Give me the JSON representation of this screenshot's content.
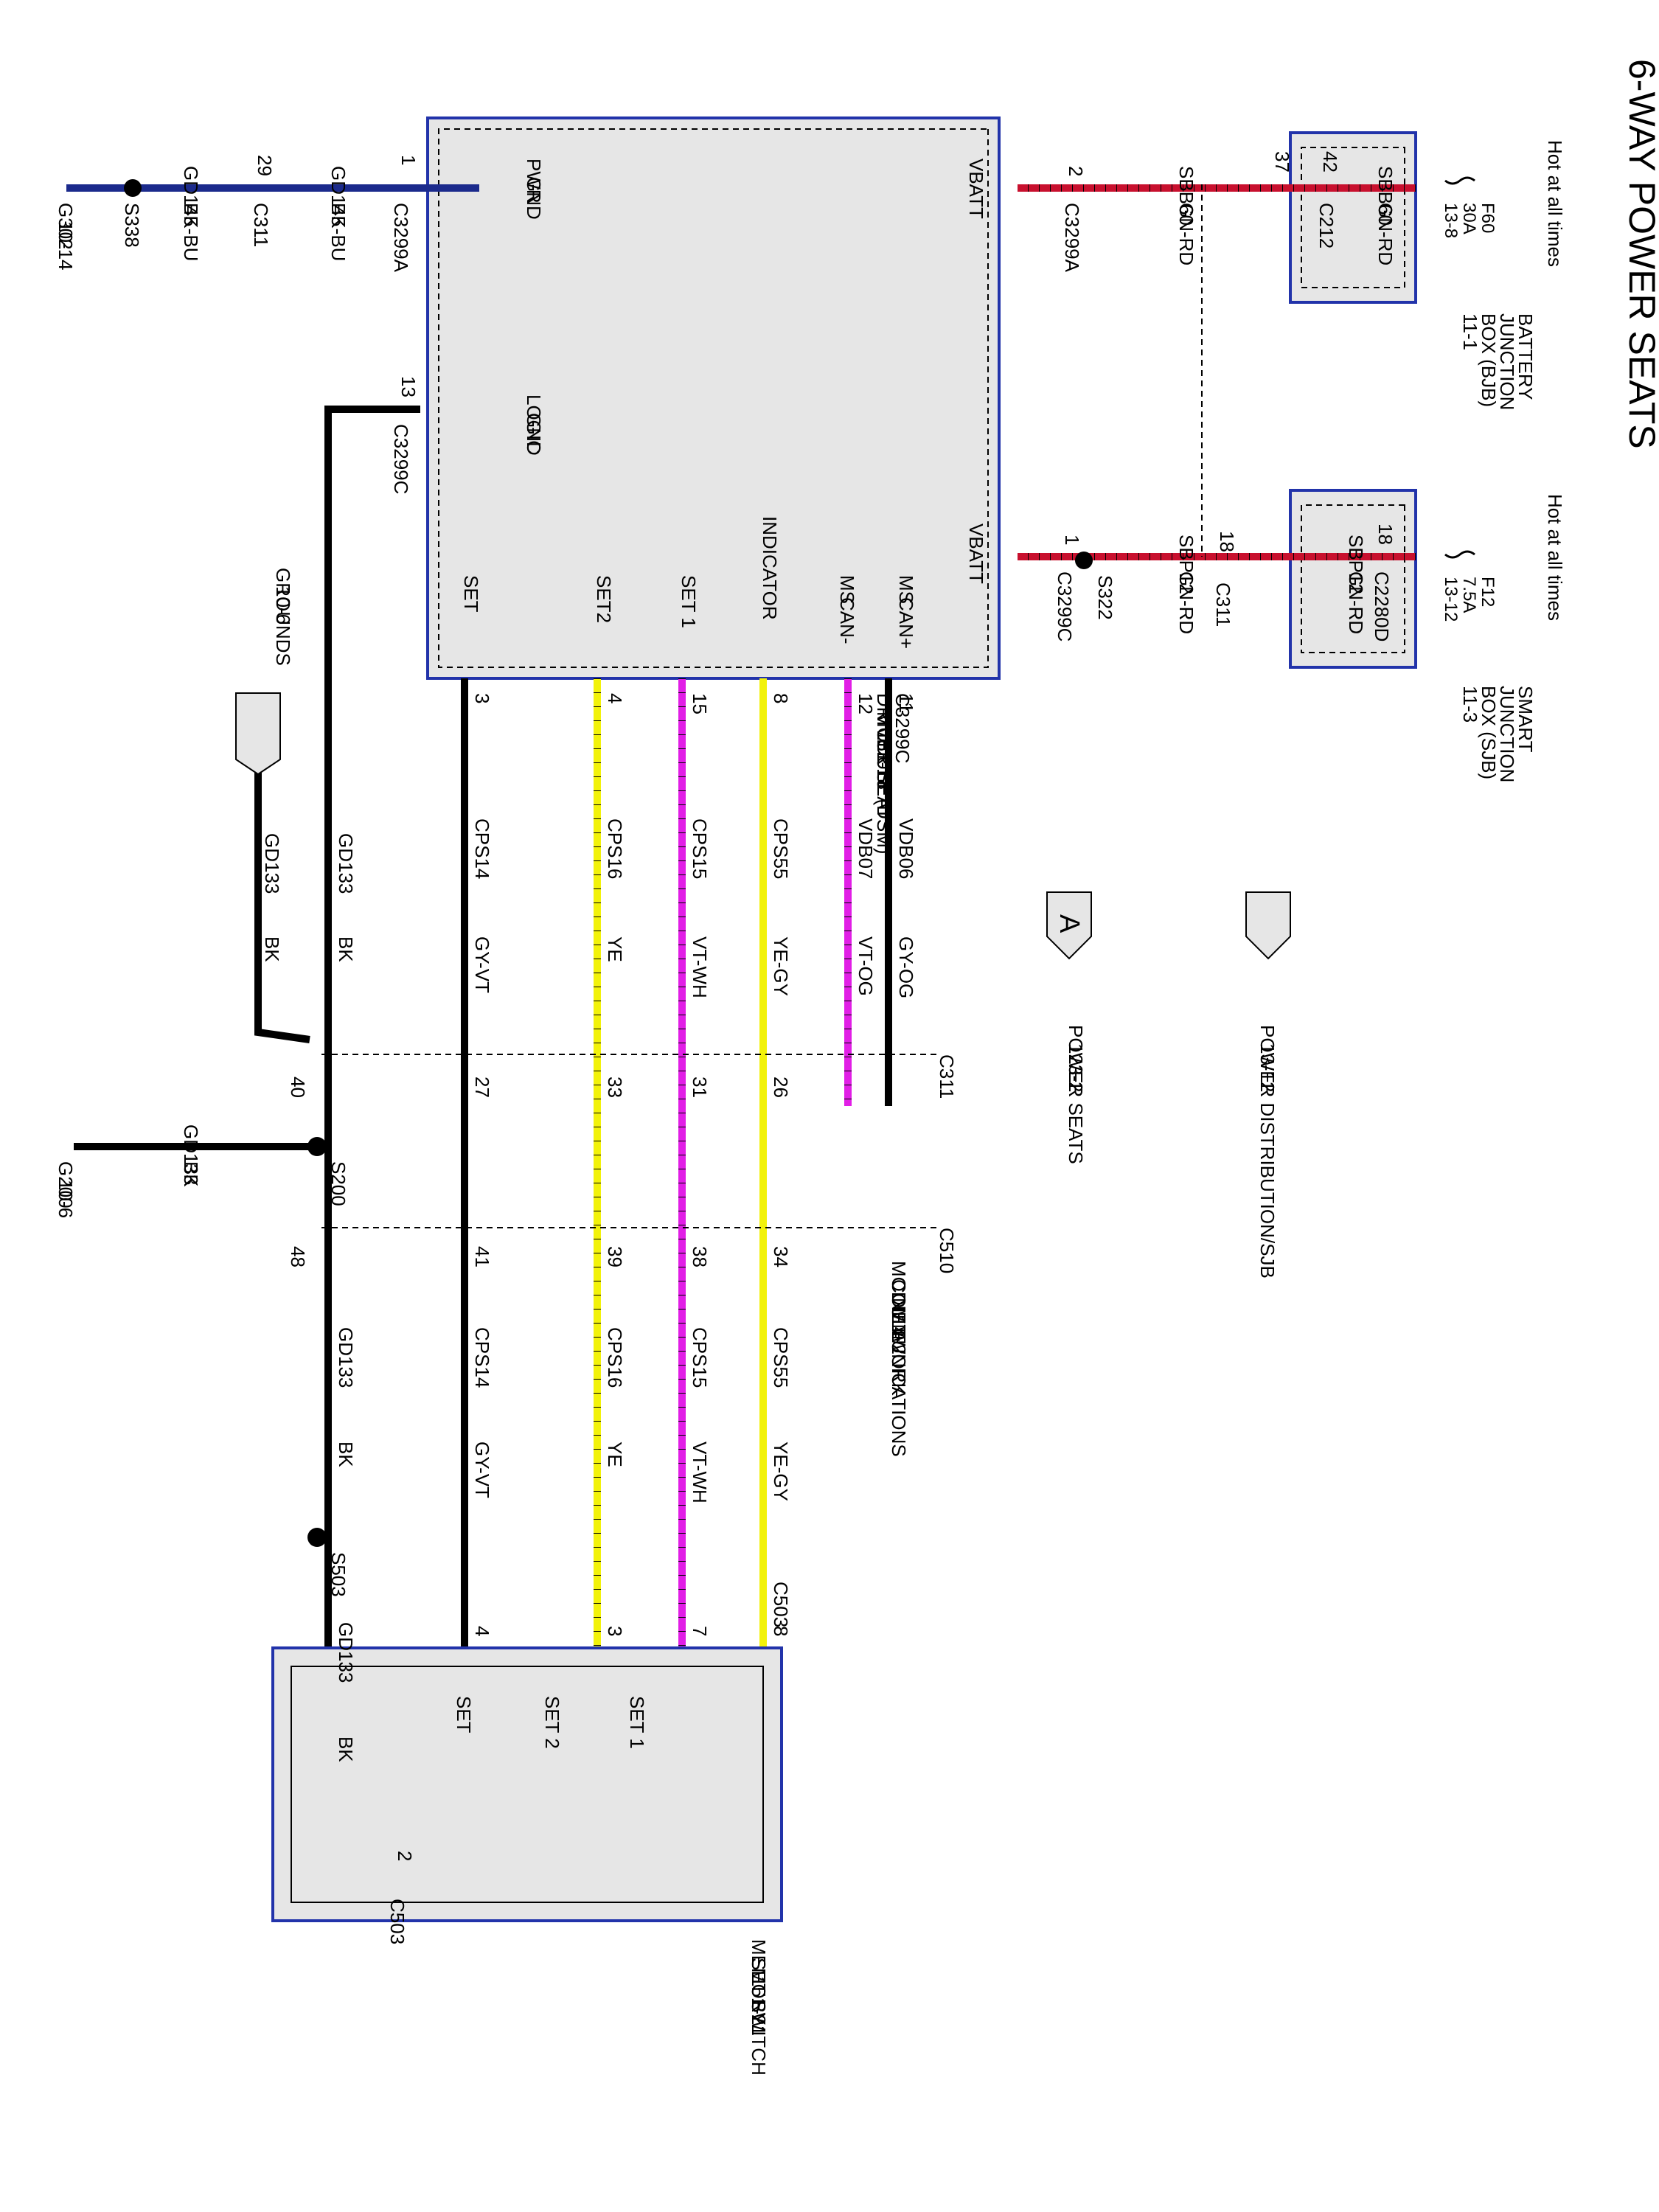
{
  "title": "6-WAY POWER SEATS",
  "hot_label": "Hot at all times",
  "bjb": {
    "fuse": "F60",
    "amps": "30A",
    "ref": "13-8",
    "name": [
      "BATTERY",
      "JUNCTION",
      "BOX (BJB)",
      "11-1"
    ]
  },
  "sjb": {
    "fuse": "F12",
    "amps": "7.5A",
    "ref": "13-12",
    "name": [
      "SMART",
      "JUNCTION",
      "BOX (SJB)",
      "11-3"
    ]
  },
  "dsm": {
    "name": [
      "DRIVER SEAT",
      "MODULE (DSM)",
      "151-18"
    ],
    "pwr_gnd": [
      "PWR",
      "GND"
    ],
    "logic_gnd": [
      "LOGIC",
      "GND"
    ],
    "vbatt": "VBATT",
    "ms_can_plus": [
      "MS",
      "CAN+"
    ],
    "ms_can_minus": [
      "MS",
      "CAN-"
    ],
    "indicator": "INDICATOR",
    "set1": "SET 1",
    "set2": "SET2",
    "set": "SET"
  },
  "left_wires": {
    "gd145": "GD145",
    "bk_bu": "BK-BU",
    "g302": [
      "G302",
      "10-14"
    ],
    "s338": "S338",
    "c311": "C311",
    "pin29": "29",
    "pin1": "1",
    "c3299a": "C3299A",
    "pin13": "13",
    "c3299c": "C3299C"
  },
  "right_wires": {
    "pin2": "2",
    "c3299a": "C3299A",
    "sbb60": "SBB60",
    "gn_rd": "GN-RD",
    "pin37": "37",
    "pin42": "42",
    "c212": "C212",
    "pin1": "1",
    "c3299c": "C3299C",
    "sbp12": "SBP12",
    "s322": "S322",
    "pin18a": "18",
    "c311": "C311",
    "pin18b": "18",
    "c2280d": "C2280D"
  },
  "connectors": {
    "a_letter": "A",
    "power_seats": [
      "POWER SEATS",
      "123-2"
    ],
    "power_dist": [
      "POWER DISTRIBUTION/SJB",
      "13-12"
    ],
    "module_comm": [
      "MODULE",
      "COMMUNICATIONS",
      "NETWORK",
      "14-2"
    ],
    "grounds": [
      "GROUNDS",
      "10-6"
    ]
  },
  "signal_wires": [
    {
      "pin_c": "11",
      "circuit": "VDB06",
      "color": "GY-OG",
      "c311_pin": "",
      "c510_pin": "",
      "c503_pin": ""
    },
    {
      "pin_c": "12",
      "circuit": "VDB07",
      "color": "VT-OG",
      "c311_pin": "",
      "c510_pin": "",
      "c503_pin": ""
    },
    {
      "pin_c": "8",
      "circuit": "CPS55",
      "color": "YE-GY",
      "c311_pin": "26",
      "c510_pin": "34",
      "c503_pin": "8"
    },
    {
      "pin_c": "15",
      "circuit": "CPS15",
      "color": "VT-WH",
      "c311_pin": "31",
      "c510_pin": "38",
      "c503_pin": "7"
    },
    {
      "pin_c": "4",
      "circuit": "CPS16",
      "color": "YE",
      "c311_pin": "33",
      "c510_pin": "39",
      "c503_pin": "3"
    },
    {
      "pin_c": "3",
      "circuit": "CPS14",
      "color": "GY-VT",
      "c311_pin": "27",
      "c510_pin": "41",
      "c503_pin": "4"
    }
  ],
  "ground_run": {
    "gd133": "GD133",
    "bk": "BK",
    "pin40": "40",
    "s200": "S200",
    "g200": [
      "G200",
      "10-6"
    ],
    "pin48": "48",
    "s503": "S503",
    "pin2": "2",
    "c503": "C503"
  },
  "bottom_labels": {
    "c3299c": "C3299C",
    "c311": "C311",
    "c510": "C510",
    "c503": "C503"
  },
  "switch": {
    "set": "SET",
    "set2": "SET 2",
    "set1": "SET 1",
    "name": [
      "MEMORY",
      "SET SWITCH",
      "151-21"
    ]
  },
  "colors": {
    "wire_red": "#c8102e",
    "wire_yellow": "#f2f20a",
    "wire_violet": "#e11ee6",
    "wire_blue": "#1b2a8c",
    "box_blue": "#2233aa",
    "module_fill": "#e6e6e6"
  }
}
